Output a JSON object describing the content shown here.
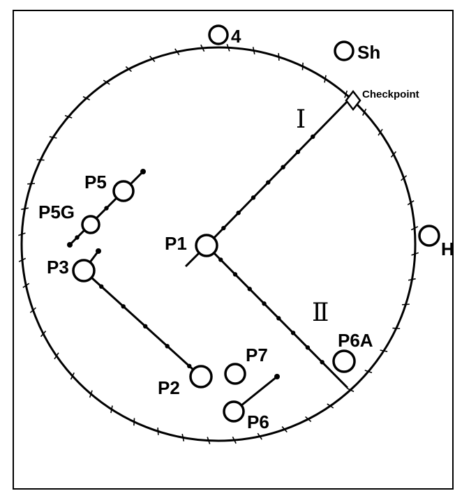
{
  "diagram": {
    "labels": {
      "checkpoint": "Checkpoint",
      "sh": "Sh",
      "four": "4",
      "h": "H",
      "p1": "P1",
      "p2": "P2",
      "p3": "P3",
      "p5": "P5",
      "p5g": "P5G",
      "p6": "P6",
      "p6a": "P6A",
      "p7": "P7",
      "route_1": "Ⅰ",
      "route_2": "Ⅱ"
    }
  }
}
